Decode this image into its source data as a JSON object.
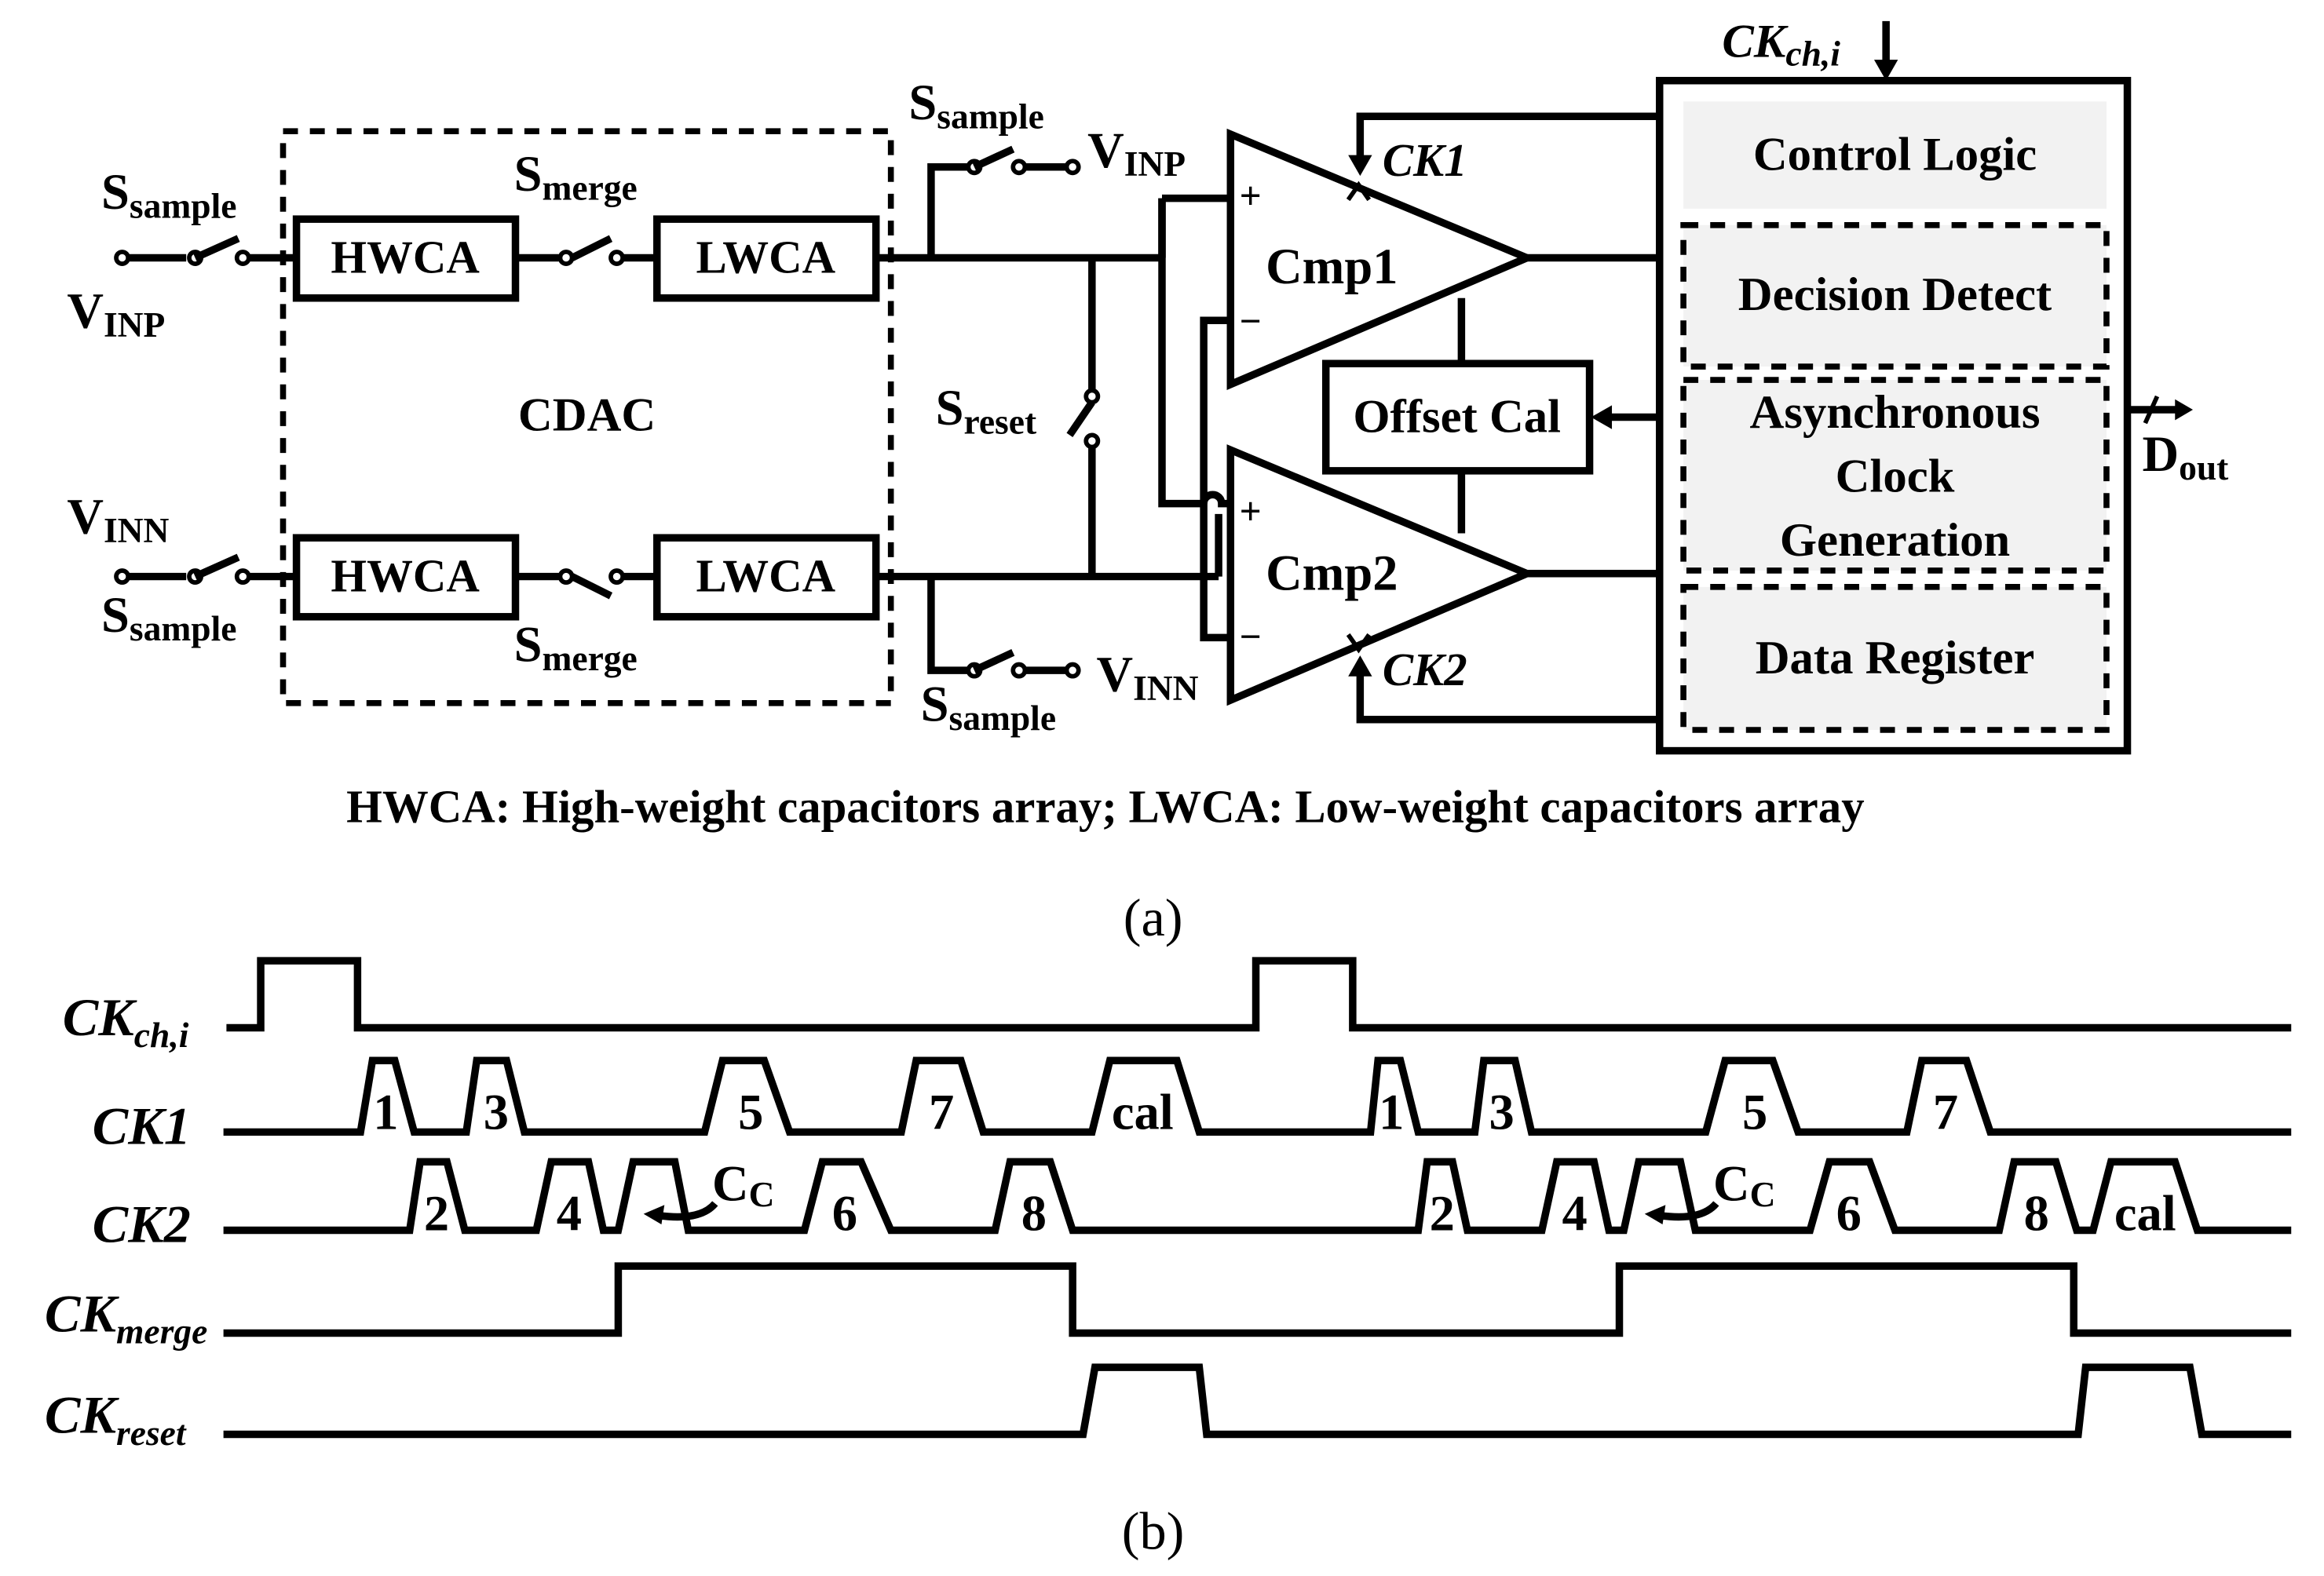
{
  "part_a": {
    "caption": "(a)",
    "legend_note": "HWCA: High-weight capacitors array;  LWCA: Low-weight capacitors array",
    "blocks": {
      "hwca": "HWCA",
      "lwca": "LWCA",
      "cdac": "CDAC",
      "cmp1": "Cmp1",
      "cmp2": "Cmp2",
      "offset_cal": "Offset Cal",
      "control_logic": "Control Logic",
      "decision_detect": "Decision Detect",
      "async_clock": [
        "Asynchronous",
        "Clock",
        "Generation"
      ],
      "data_register": "Data Register"
    },
    "signals": {
      "s_main": "S",
      "sub_sample": "sample",
      "sub_merge": "merge",
      "sub_reset": "reset",
      "v_main": "V",
      "sub_inp": "INP",
      "sub_inn": "INN",
      "ck_main": "CK",
      "sub_chi": "ch,i",
      "ck1": "CK1",
      "ck2": "CK2",
      "d_main": "D",
      "sub_out": "out",
      "plus": "+",
      "minus": "−"
    }
  },
  "part_b": {
    "caption": "(b)",
    "rows": [
      {
        "main": "CK",
        "sub": "ch,i"
      },
      {
        "main": "CK1",
        "sub": ""
      },
      {
        "main": "CK2",
        "sub": ""
      },
      {
        "main": "CK",
        "sub": "merge"
      },
      {
        "main": "CK",
        "sub": "reset"
      }
    ],
    "ck1_pulse_labels": [
      "1",
      "3",
      "5",
      "7",
      "cal",
      "1",
      "3",
      "5",
      "7"
    ],
    "ck2_pulse_labels": [
      "2",
      "4",
      "6",
      "8",
      "2",
      "4",
      "6",
      "8",
      "cal"
    ],
    "cc_main": "C",
    "cc_sub": "C"
  }
}
